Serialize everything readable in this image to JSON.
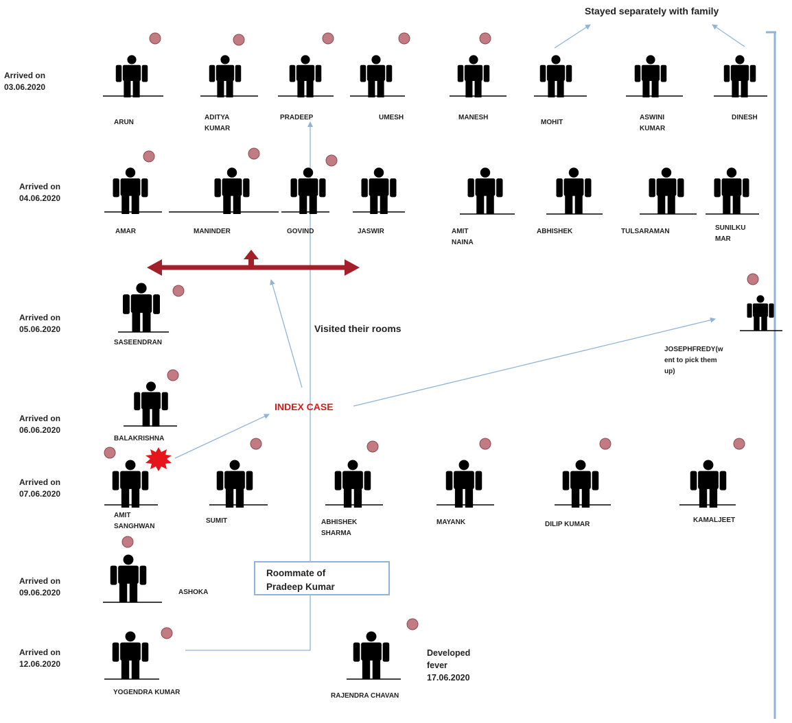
{
  "header_note": "Stayed separately with family",
  "visit_note": "Visited their rooms",
  "index_case": "INDEX CASE",
  "roommate_box": {
    "line1": "Roommate of",
    "line2": "Pradeep Kumar"
  },
  "fever_note": {
    "line1": "Developed",
    "line2": "fever",
    "line3": "17.06.2020"
  },
  "colors": {
    "infection_dot": "#c27b82",
    "arrow": "#8fb3d9",
    "index_text": "#d81b1b",
    "big_arrow": "#a3202a",
    "burst": "#e8141c"
  },
  "rows": [
    {
      "label": {
        "line1": "Arrived on",
        "line2": "03.06.2020"
      },
      "people": [
        {
          "line1": "ARUN",
          "line2": ""
        },
        {
          "line1": "ADITYA",
          "line2": "KUMAR"
        },
        {
          "line1": "PRADEEP",
          "line2": ""
        },
        {
          "line1": "UMESH",
          "line2": ""
        },
        {
          "line1": "MANESH",
          "line2": ""
        },
        {
          "line1": "MOHIT",
          "line2": ""
        },
        {
          "line1": "ASWINI",
          "line2": "KUMAR"
        },
        {
          "line1": "DINESH",
          "line2": ""
        }
      ]
    },
    {
      "label": {
        "line1": "Arrived on",
        "line2": "04.06.2020"
      },
      "people": [
        {
          "line1": "AMAR",
          "line2": ""
        },
        {
          "line1": "MANINDER",
          "line2": ""
        },
        {
          "line1": "GOVIND",
          "line2": ""
        },
        {
          "line1": "JASWIR",
          "line2": ""
        },
        {
          "line1": "AMIT",
          "line2": "NAINA"
        },
        {
          "line1": "ABHISHEK",
          "line2": ""
        },
        {
          "line1": "TULSARAMAN",
          "line2": ""
        },
        {
          "line1": "SUNILKU",
          "line2": "MAR"
        }
      ]
    },
    {
      "label": {
        "line1": "Arrived on",
        "line2": "05.06.2020"
      },
      "people": [
        {
          "line1": "SASEENDRAN",
          "line2": ""
        },
        {
          "line1": "JOSEPHFREDY(w",
          "line2": "ent to pick them",
          "line3": "up)"
        }
      ]
    },
    {
      "label": {
        "line1": "Arrived on",
        "line2": "06.06.2020"
      },
      "people": [
        {
          "line1": "BALAKRISHNA",
          "line2": ""
        }
      ]
    },
    {
      "label": {
        "line1": "Arrived on",
        "line2": "07.06.2020"
      },
      "people": [
        {
          "line1": "AMIT",
          "line2": "SANGHWAN"
        },
        {
          "line1": "SUMIT",
          "line2": ""
        },
        {
          "line1": "ABHISHEK",
          "line2": "SHARMA"
        },
        {
          "line1": "MAYANK",
          "line2": ""
        },
        {
          "line1": "DILIP KUMAR",
          "line2": ""
        },
        {
          "line1": "KAMALJEET",
          "line2": ""
        }
      ]
    },
    {
      "label": {
        "line1": "Arrived on",
        "line2": "09.06.2020"
      },
      "people": [
        {
          "line1": "ASHOKA",
          "line2": ""
        }
      ]
    },
    {
      "label": {
        "line1": "Arrived on",
        "line2": "12.06.2020"
      },
      "people": [
        {
          "line1": "YOGENDRA KUMAR",
          "line2": ""
        },
        {
          "line1": "RAJENDRA CHAVAN",
          "line2": ""
        }
      ]
    }
  ]
}
